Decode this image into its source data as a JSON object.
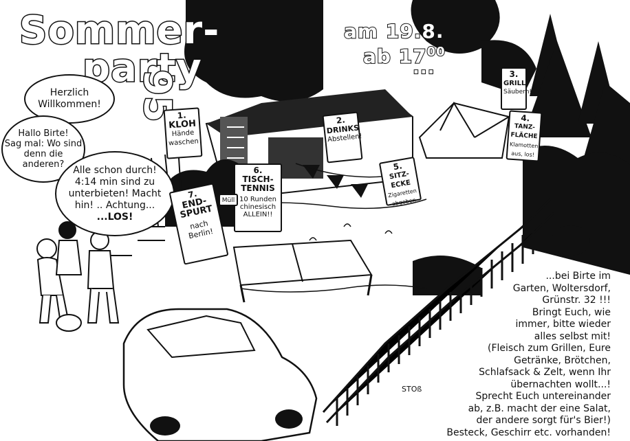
{
  "title": {
    "line1": "Sommer-",
    "line2": "party",
    "year": "95"
  },
  "date": {
    "line1": "am 19.8.",
    "line2": "ab 17",
    "superscript": "00",
    "ellipsis": "..."
  },
  "bubbles": {
    "welcome": [
      "Herzlich",
      "Willkommen!"
    ],
    "question": [
      "Hallo Birte!",
      "Sag mal: Wo sind",
      "denn die",
      "anderen?"
    ],
    "answer": [
      "Alle schon durch!",
      "4:14 min sind zu",
      "unterbieten! Macht",
      "hin! .. Achtung...",
      "...LOS!"
    ]
  },
  "signs": {
    "kloh": {
      "num": "1.",
      "title": "KLOH",
      "sub": "Hände waschen"
    },
    "drinks": {
      "num": "2.",
      "title": "DRINKS",
      "sub": "Abstellen!"
    },
    "grill": {
      "num": "3.",
      "title": "GRILL",
      "sub": "Säubern!"
    },
    "tanz": {
      "num": "4.",
      "title": "TANZ-FLÄCHE",
      "sub": "Klamotten aus, los!"
    },
    "sitzecke": {
      "num": "5.",
      "title": "SITZ-ECKE",
      "sub": "Zigaretten abgeben"
    },
    "tischtennis": {
      "num": "6.",
      "title": "TISCH-TENNIS",
      "sub": "10 Runden chinesisch ALLEIN!!"
    },
    "endspurt": {
      "num": "7.",
      "title": "END-SPURT",
      "sub": "nach Berlin!"
    },
    "muell": "Müll"
  },
  "info_lines": [
    "...bei Birte im",
    "Garten, Woltersdorf,",
    "Grünstr. 32 !!!",
    "Bringt Euch, wie",
    "immer, bitte wieder",
    "alles selbst mit!",
    "(Fleisch zum Grillen, Eure",
    "Getränke, Brötchen,",
    "Schlafsack & Zelt, wenn Ihr",
    "übernachten wollt...!",
    "Sprecht Euch untereinander",
    "ab, z.B. macht der eine Salat,",
    "der andere sorgt für's Bier!)",
    "Besteck, Geschirr etc. vorhanden!"
  ],
  "signature": "STOß",
  "colors": {
    "ink": "#111111",
    "paper": "#ffffff"
  },
  "icons": [
    "tree-icon",
    "house-icon",
    "car-icon",
    "people-icon",
    "fence-icon",
    "tent-icon",
    "table-icon"
  ]
}
